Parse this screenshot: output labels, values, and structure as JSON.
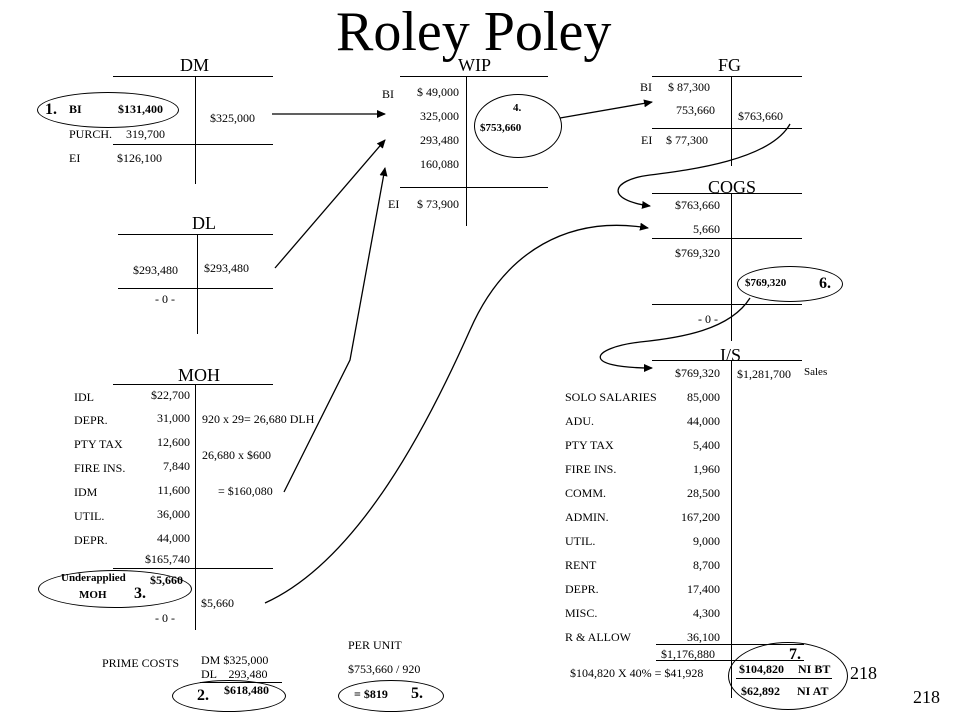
{
  "title": "Roley Poley",
  "page_number": "218",
  "page_number_inner": "218",
  "dm": {
    "label": "DM",
    "bi_label": "BI",
    "bi_value": "$131,400",
    "purch_label": "PURCH.",
    "purch_value": "319,700",
    "ei_label": "EI",
    "ei_value": "$126,100",
    "credit": "$325,000",
    "step": "1."
  },
  "dl": {
    "label": "DL",
    "debit": "$293,480",
    "credit": "$293,480",
    "balance": "- 0 -"
  },
  "moh": {
    "label": "MOH",
    "rows": [
      {
        "label": "IDL",
        "value": "$22,700"
      },
      {
        "label": "DEPR.",
        "value": "31,000"
      },
      {
        "label": "PTY TAX",
        "value": "12,600"
      },
      {
        "label": "FIRE INS.",
        "value": "7,840"
      },
      {
        "label": "IDM",
        "value": "11,600"
      },
      {
        "label": "UTIL.",
        "value": "36,000"
      },
      {
        "label": "DEPR.",
        "value": "44,000"
      }
    ],
    "total": "$165,740",
    "calc1": "920 x 29= 26,680 DLH",
    "calc2": "26,680 x $600",
    "calc3": "= $160,080",
    "under_label1": "Underapplied",
    "under_label2": "MOH",
    "under_value": "$5,660",
    "credit2": "$5,660",
    "balance": "- 0 -",
    "step": "3."
  },
  "wip": {
    "label": "WIP",
    "bi_label": "BI",
    "values": [
      "$ 49,000",
      "325,000",
      "293,480",
      "160,080"
    ],
    "ei_label": "EI",
    "ei_value": "$ 73,900",
    "step": "4.",
    "credit": "$753,660"
  },
  "fg": {
    "label": "FG",
    "bi_label": "BI",
    "bi_value": "$ 87,300",
    "debit2": "753,660",
    "credit": "$763,660",
    "ei_label": "EI",
    "ei_value": "$ 77,300"
  },
  "cogs": {
    "label": "COGS",
    "values": [
      "$763,660",
      "5,660",
      "$769,320"
    ],
    "credit": "$769,320",
    "step": "6.",
    "balance": "- 0 -"
  },
  "is": {
    "label": "I/S",
    "cogs": "$769,320",
    "sales_value": "$1,281,700",
    "sales_label": "Sales",
    "rows": [
      {
        "label": "SOLO SALARIES",
        "value": "85,000"
      },
      {
        "label": "ADU.",
        "value": "44,000"
      },
      {
        "label": "PTY TAX",
        "value": "5,400"
      },
      {
        "label": "FIRE INS.",
        "value": "1,960"
      },
      {
        "label": "COMM.",
        "value": "28,500"
      },
      {
        "label": "ADMIN.",
        "value": "167,200"
      },
      {
        "label": "UTIL.",
        "value": "9,000"
      },
      {
        "label": "RENT",
        "value": "8,700"
      },
      {
        "label": "DEPR.",
        "value": "17,400"
      },
      {
        "label": "MISC.",
        "value": "4,300"
      },
      {
        "label": "R & ALLOW",
        "value": "36,100"
      }
    ],
    "total": "$1,176,880",
    "step": "7.",
    "ni_bt_value": "$104,820",
    "ni_bt_label": "NI BT",
    "tax_calc": "$104,820 X 40% =  $41,928",
    "ni_at_value": "$62,892",
    "ni_at_label": "NI AT"
  },
  "prime": {
    "label": "PRIME COSTS",
    "dm": "DM $325,000",
    "dl": "DL    293,480",
    "total": "$618,480",
    "step": "2."
  },
  "per_unit": {
    "label": "PER UNIT",
    "calc": "$753,660 / 920",
    "result": "= $819",
    "step": "5."
  }
}
